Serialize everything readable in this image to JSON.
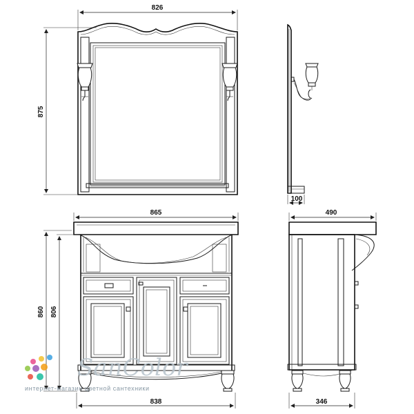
{
  "dimensions": {
    "mirror_width": "826",
    "mirror_height": "875",
    "lamp_depth": "100",
    "cabinet_top_width": "865",
    "cabinet_depth_top": "490",
    "cabinet_height_total": "860",
    "cabinet_height_body": "806",
    "cabinet_base_width": "838",
    "cabinet_depth_base": "346"
  },
  "watermark": {
    "brand": "SanColor",
    "subtitle": "интернет-магазин цветной сантехники",
    "dot_colors": [
      "#e94b8a",
      "#f2c12e",
      "#3aa0e0",
      "#8ec63f",
      "#9b59b6",
      "#f39c12",
      "#e74c3c",
      "#1abc9c"
    ]
  }
}
